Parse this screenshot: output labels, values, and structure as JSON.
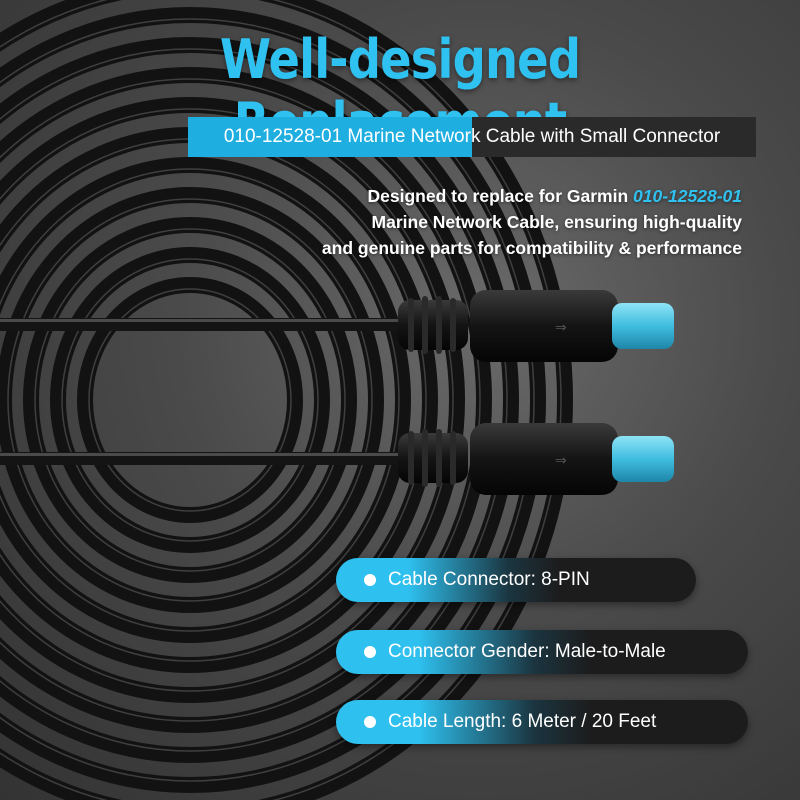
{
  "title": "Well-designed Replacement",
  "subtitle": "010-12528-01 Marine Network Cable with Small Connector",
  "description": {
    "line1_prefix": "Designed to replace for Garmin ",
    "line1_part_number": "010-12528-01",
    "line2": "Marine Network Cable, ensuring high-quality",
    "line3": "and genuine parts for compatibility & performance"
  },
  "features": [
    "Cable Connector: 8-PIN",
    "Connector Gender: Male-to-Male",
    "Cable Length: 6 Meter / 20 Feet"
  ],
  "colors": {
    "accent": "#2fc2f0",
    "connector_tip": "#4ec7e6",
    "background": "#4a4a4a",
    "cable": "#151515"
  }
}
